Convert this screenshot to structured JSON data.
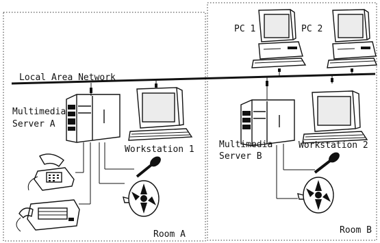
{
  "network": {
    "label": "Local Area Network"
  },
  "room_a": {
    "label": "Room A",
    "server": {
      "line1": "Multimedia",
      "line2": "Server A"
    },
    "workstation": {
      "label": "Workstation 1"
    }
  },
  "room_b": {
    "label": "Room B",
    "server": {
      "line1": "Multimedia",
      "line2": "Server B"
    },
    "workstation": {
      "label": "Workstation 2"
    },
    "pc1": {
      "label": "PC 1"
    },
    "pc2": {
      "label": "PC 2"
    }
  },
  "icons": {
    "server": "server-tower-icon",
    "workstation": "crt-monitor-keyboard-icon",
    "pc": "desktop-pc-icon",
    "telephone": "telephone-icon",
    "fax": "fax-machine-icon",
    "microphone": "microphone-icon",
    "speaker": "loudspeaker-icon"
  },
  "colors": {
    "ink": "#111111",
    "background": "#ffffff"
  }
}
